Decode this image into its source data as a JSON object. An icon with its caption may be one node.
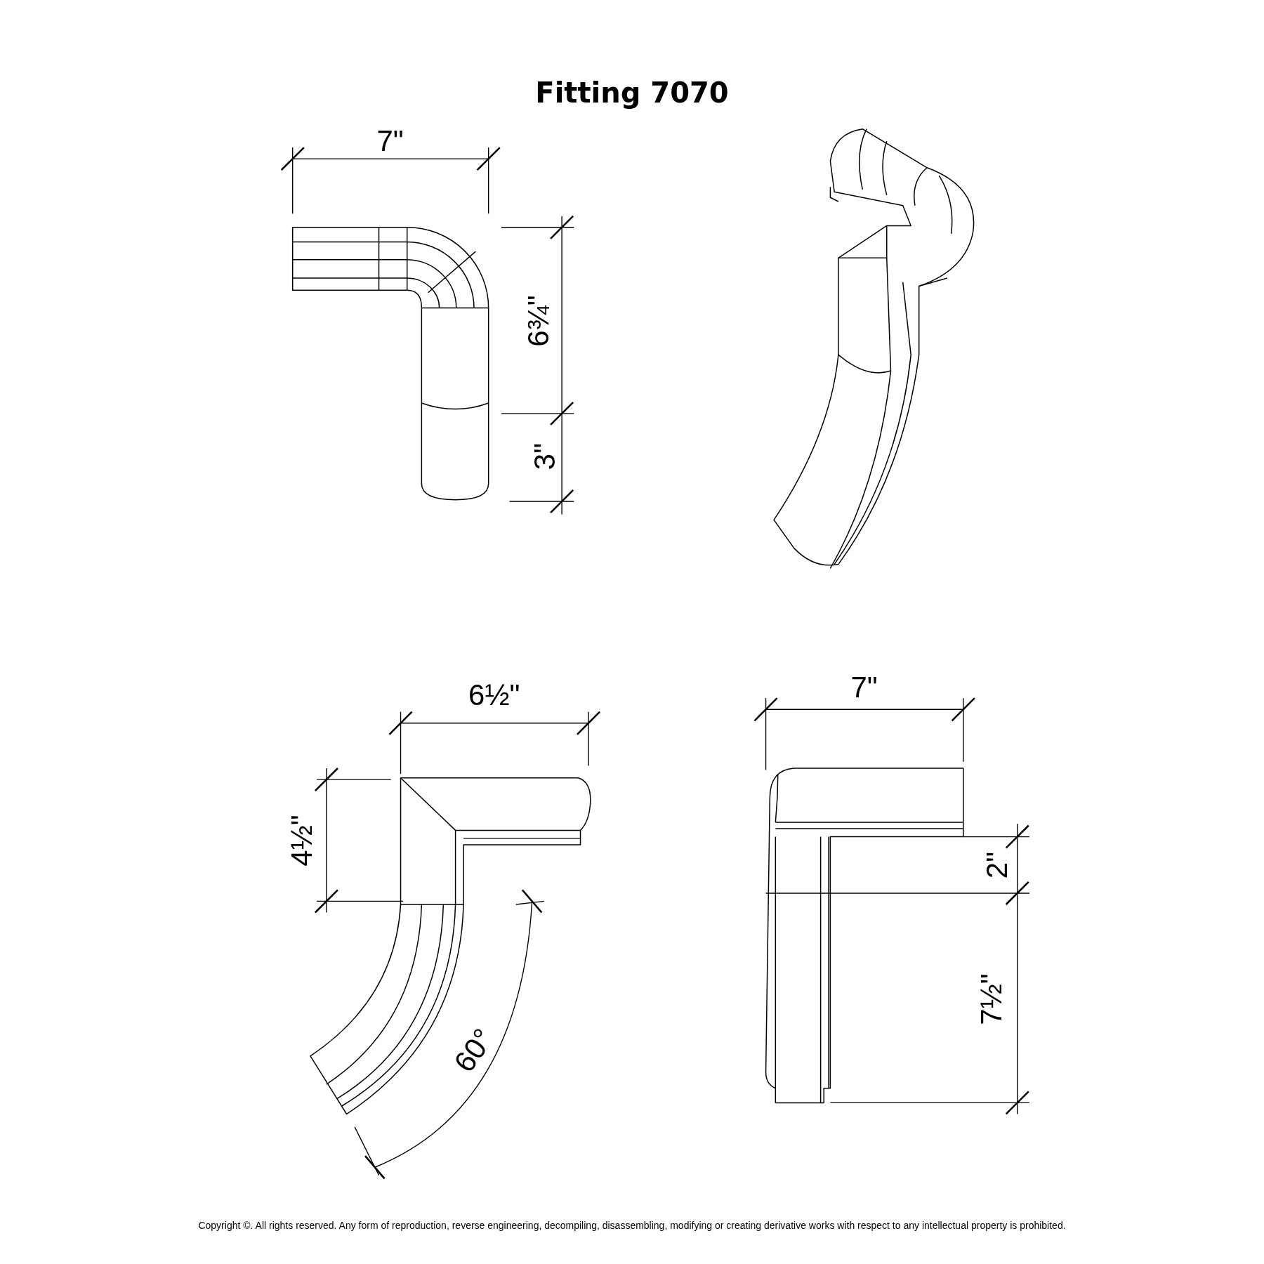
{
  "diagram": {
    "title": "Fitting 7070",
    "labels": [
      "7\"",
      "6¾\"",
      "3\"",
      "6½\"",
      "7\"",
      "4½\"",
      "2\"",
      "7½\"",
      "60°",
      "Copyright ©. All rights reserved. Any form of reproduction, reverse engineering, decompiling, disassembling, modifying or creating derivative works with respect to any intellectual property is prohibited."
    ]
  }
}
